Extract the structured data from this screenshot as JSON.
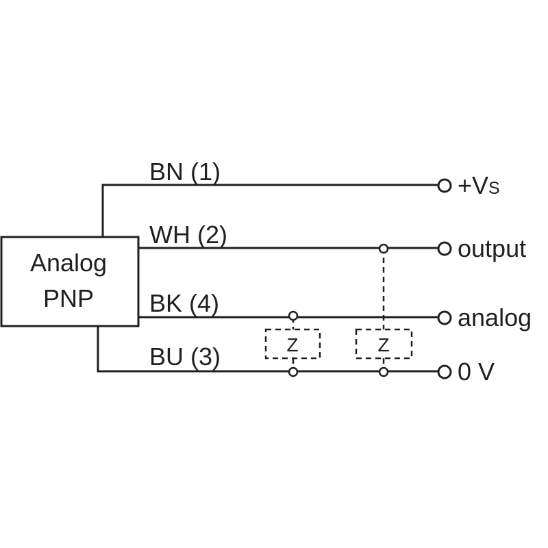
{
  "sensor": {
    "line1": "Analog",
    "line2": "PNP"
  },
  "wires": [
    {
      "id": "bn",
      "label": "BN (1)",
      "terminal": "+V",
      "terminal_sub": "S"
    },
    {
      "id": "wh",
      "label": "WH (2)",
      "terminal": "output"
    },
    {
      "id": "bk",
      "label": "BK (4)",
      "terminal": "analog"
    },
    {
      "id": "bu",
      "label": "BU (3)",
      "terminal": "0 V"
    }
  ],
  "loads": [
    {
      "label": "Z"
    },
    {
      "label": "Z"
    }
  ],
  "colors": {
    "line": "#231f20",
    "background": "#ffffff"
  }
}
